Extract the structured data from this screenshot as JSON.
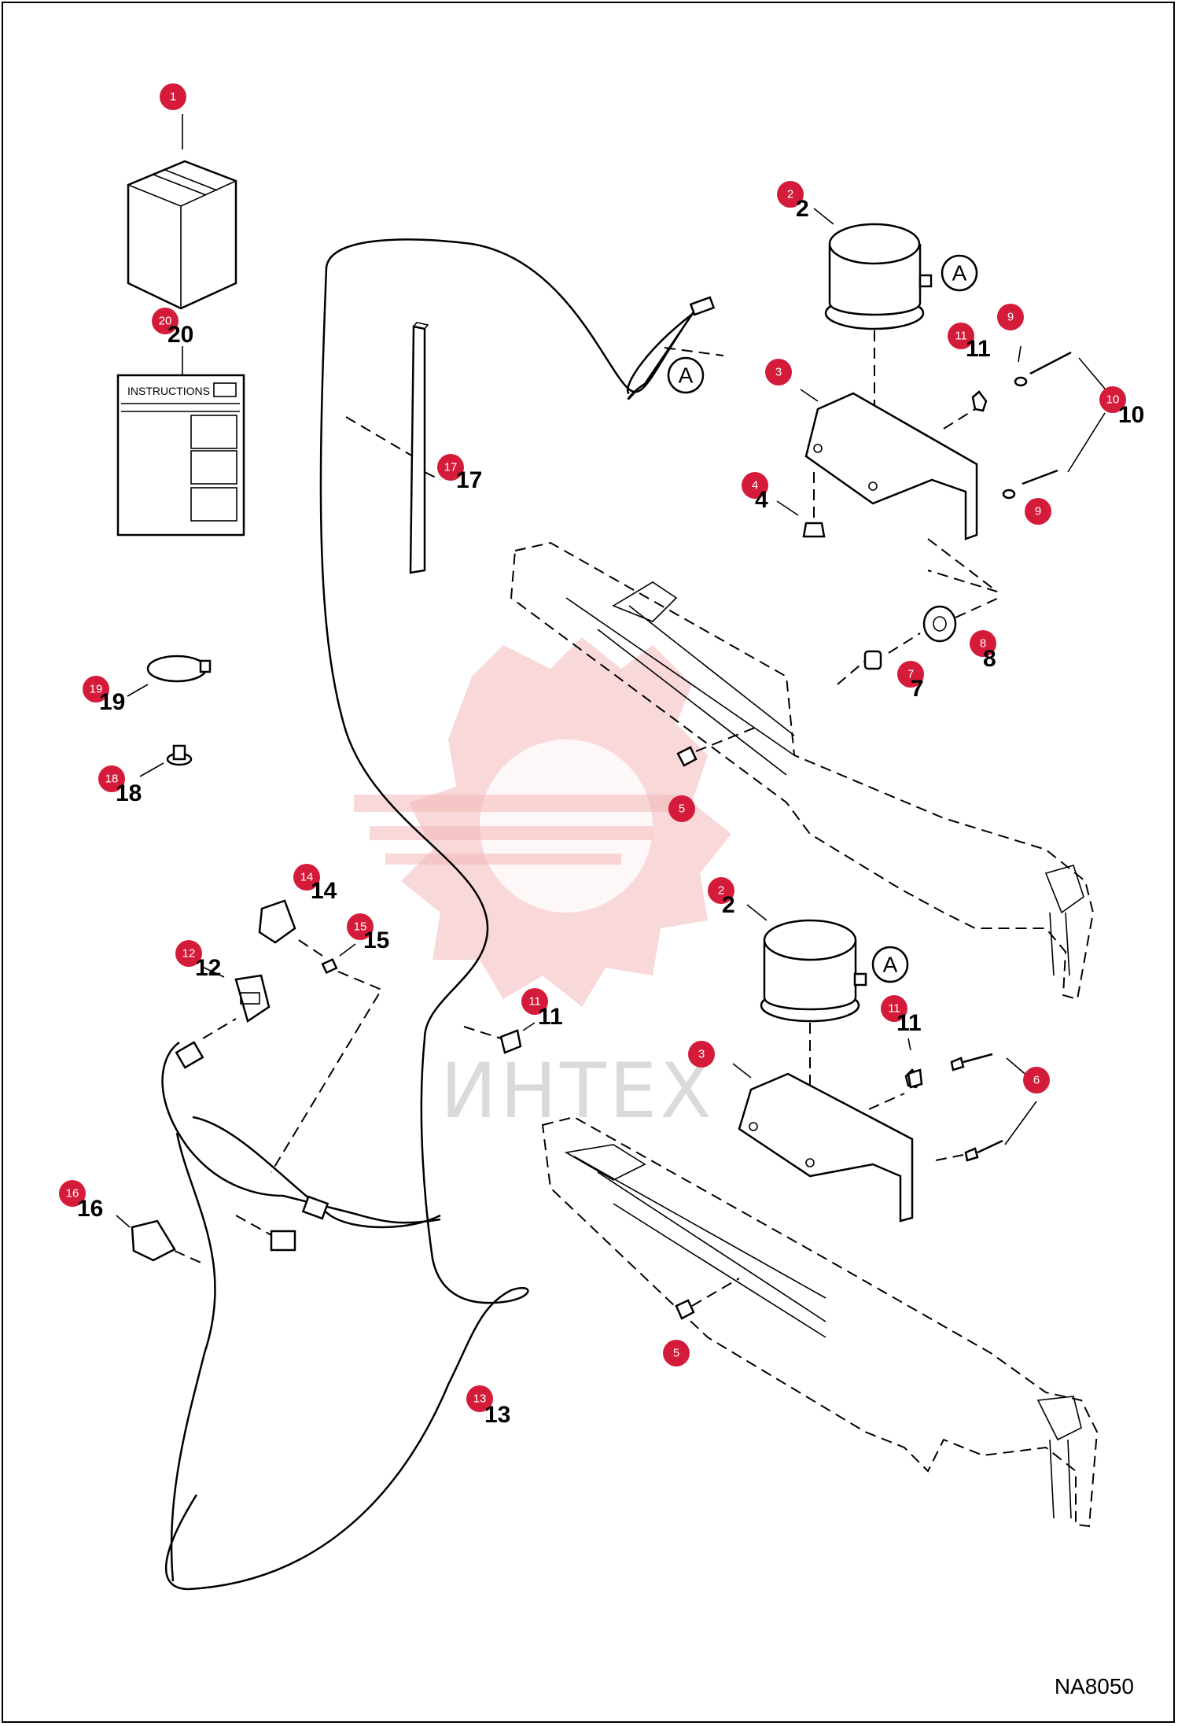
{
  "instructions_sheet": {
    "title": "INSTRUCTIONS"
  },
  "callout_ref": "A",
  "watermark": {
    "text": "ИНТЕХ",
    "color": "#f3b8b8"
  },
  "badge_color": "#d51b3a",
  "drawing_code": "NA8050",
  "parts": [
    {
      "num": "1"
    },
    {
      "num": "2"
    },
    {
      "num": "3"
    },
    {
      "num": "4"
    },
    {
      "num": "5"
    },
    {
      "num": "6"
    },
    {
      "num": "7"
    },
    {
      "num": "8"
    },
    {
      "num": "9"
    },
    {
      "num": "10"
    },
    {
      "num": "11"
    },
    {
      "num": "12"
    },
    {
      "num": "13"
    },
    {
      "num": "14"
    },
    {
      "num": "15"
    },
    {
      "num": "16"
    },
    {
      "num": "17"
    },
    {
      "num": "18"
    },
    {
      "num": "19"
    },
    {
      "num": "20"
    }
  ]
}
